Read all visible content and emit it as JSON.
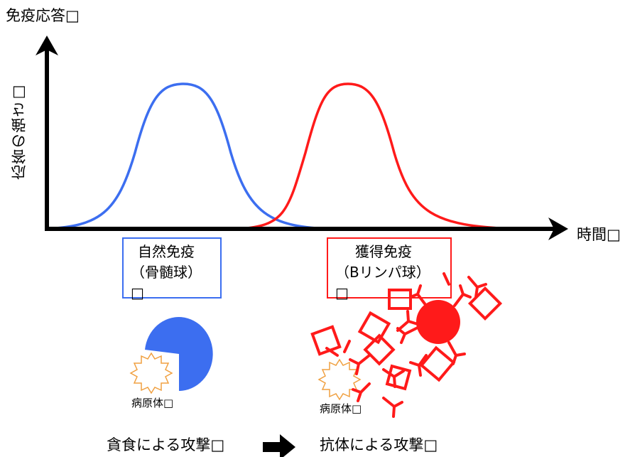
{
  "y_axis_title": "免疫応答□",
  "y_axis_label": "応答の強さ□",
  "x_axis_label": "時間□",
  "innate": {
    "title": "自然免疫",
    "subtitle": "（骨髄球）□",
    "color": "#3c6ef0",
    "pathogen_label": "病原体□",
    "attack_label": "貪食による攻撃□"
  },
  "acquired": {
    "title": "獲得免疫",
    "subtitle": "（Bリンパ球）□",
    "color": "#ff1a1a",
    "pathogen_label": "病原体□",
    "attack_label": "抗体による攻撃□"
  },
  "pathogen_color": "#f0a040"
}
